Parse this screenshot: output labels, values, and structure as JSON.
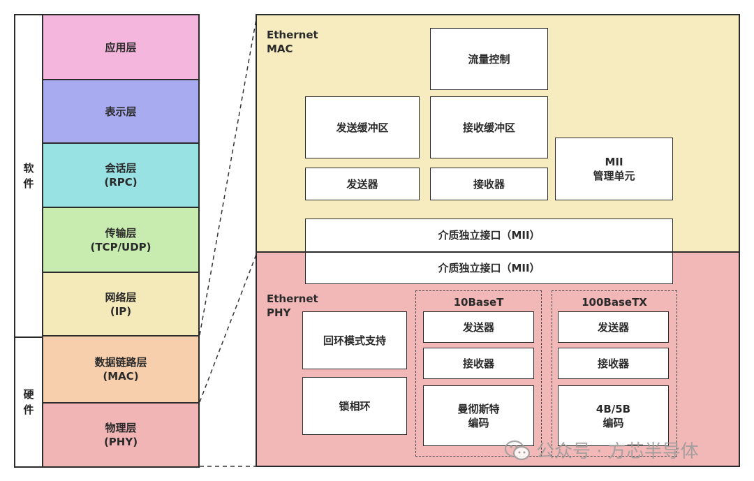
{
  "sides": {
    "software": "软件",
    "hardware": "硬件"
  },
  "layers": [
    {
      "label": "应用层",
      "color": "#f4b6dc"
    },
    {
      "label": "表示层",
      "color": "#a8abf0"
    },
    {
      "label": "会话层\n(RPC)",
      "color": "#98e2e4"
    },
    {
      "label": "传输层\n(TCP/UDP)",
      "color": "#c8ebb0"
    },
    {
      "label": "网络层\n(IP)",
      "color": "#f4eab9"
    },
    {
      "label": "数据链路层\n(MAC)",
      "color": "#f7cfac"
    },
    {
      "label": "物理层\n(PHY)",
      "color": "#f2b5b5"
    }
  ],
  "mac": {
    "title": "Ethernet\nMAC",
    "color": "#f6ecbf",
    "flow_control": "流量控制",
    "tx_buffer": "发送缓冲区",
    "rx_buffer": "接收缓冲区",
    "transmitter": "发送器",
    "receiver": "接收器",
    "mii_mgmt": "MII\n管理单元",
    "mii_interface": "介质独立接口（MII）"
  },
  "phy": {
    "title": "Ethernet\nPHY",
    "color": "#f2b8b8",
    "mii_interface": "介质独立接口（MII）",
    "loopback": "回环模式支持",
    "pll": "锁相环",
    "base10": {
      "title": "10BaseT",
      "transmitter": "发送器",
      "receiver": "接收器",
      "encoding": "曼彻斯特\n编码"
    },
    "base100": {
      "title": "100BaseTX",
      "transmitter": "发送器",
      "receiver": "接收器",
      "encoding": "4B/5B\n编码"
    }
  },
  "watermark": {
    "icon": "wechat-icon",
    "text": "公众号 · 方芯半导体"
  }
}
